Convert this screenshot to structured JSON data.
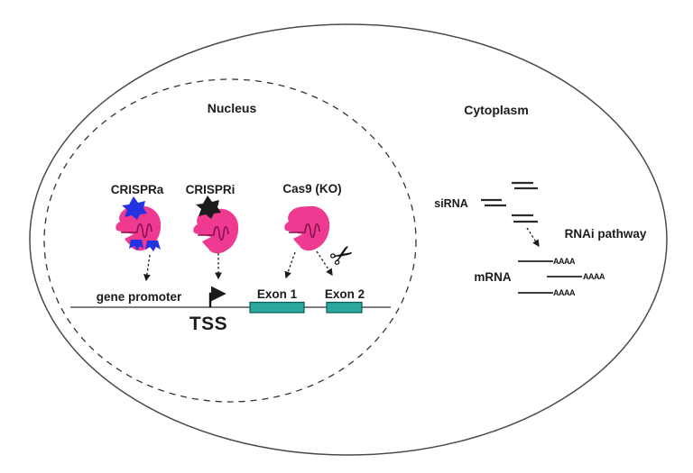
{
  "cell": {
    "nucleus_label": "Nucleus",
    "cytoplasm_label": "Cytoplasm"
  },
  "proteins": {
    "crispra_label": "CRISPRa",
    "crispri_label": "CRISPRi",
    "cas9_label": "Cas9 (KO)"
  },
  "gene": {
    "promoter_label": "gene promoter",
    "tss_label": "TSS",
    "exon1_label": "Exon 1",
    "exon2_label": "Exon 2"
  },
  "rna": {
    "sirna_label": "siRNA",
    "mrna_label": "mRNA",
    "rnai_pathway_label": "RNAi pathway",
    "polya_tail": "AAAA"
  },
  "icons": {
    "scissors": "✂"
  },
  "colors": {
    "protein_pink": "#EE3A90",
    "activator_blue": "#2433E2",
    "repressor_black": "#1C1C1C",
    "exon_teal": "#2BA79D",
    "exon_border": "#0D5B55",
    "grna_maroon": "#8B1050",
    "line_dark": "#222222",
    "membrane_gray": "#4A4A4A"
  }
}
